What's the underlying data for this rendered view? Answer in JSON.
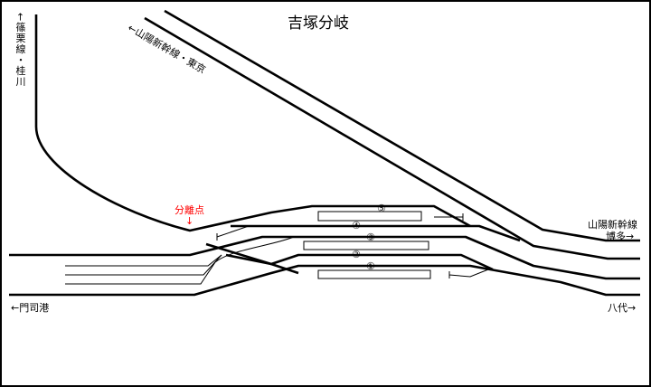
{
  "title": "吉塚分岐",
  "labels": {
    "sanyo_tokyo": "←山陽新幹線・東京",
    "sasaguri": "←篠栗線・桂川",
    "separation": "分離点",
    "separation_arrow": "↓",
    "sanyo_hakata_1": "山陽新幹線",
    "sanyo_hakata_2": "博多→",
    "mojiko": "←門司港",
    "yatsushiro": "八代→"
  },
  "tracks": [
    "⑤",
    "④",
    "③",
    "②",
    "①"
  ],
  "colors": {
    "line": "#000000",
    "highlight": "#ff0000",
    "background": "#ffffff"
  }
}
